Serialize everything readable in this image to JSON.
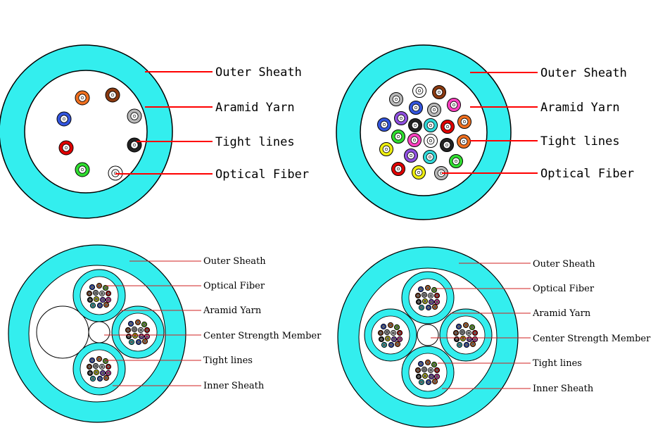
{
  "colors": {
    "sheath": "#33eeee",
    "outline": "#000000",
    "leader_red": "#ff0000",
    "leader_thin": "#d02020",
    "fiber_palette": [
      "#3355dd",
      "#f07020",
      "#70d020",
      "#8b3a10",
      "#b8b8b8",
      "#ffffff",
      "#e00000",
      "#222222",
      "#eeee10",
      "#9050e0",
      "#ff40c0",
      "#30d8d8"
    ]
  },
  "diagrams": [
    {
      "variant": "small-count cable",
      "labels": [
        "Outer Sheath",
        "Aramid Yarn",
        "Tight lines",
        "Optical Fiber"
      ],
      "fiber_colors": [
        "#f07020",
        "#8b3a10",
        "#3355dd",
        "#b8b8b8",
        "#e00000",
        "#222222",
        "#30dd30",
        "#ffffff"
      ]
    },
    {
      "variant": "high-count cable",
      "labels": [
        "Outer Sheath",
        "Aramid Yarn",
        "Tight lines",
        "Optical Fiber"
      ],
      "fiber_colors": [
        "#b8b8b8",
        "#ffffff",
        "#8b3a10",
        "#3355dd",
        "#b8b8b8",
        "#ff40c0",
        "#9050e0",
        "#3355dd",
        "#f07020",
        "#222222",
        "#30d8d8",
        "#e00000",
        "#30dd30",
        "#ff40c0",
        "#ffffff",
        "#222222",
        "#f07020",
        "#eeee10",
        "#9050e0",
        "#30d8d8",
        "#30dd30",
        "#e00000",
        "#eeee10"
      ]
    },
    {
      "variant": "3-unit breakout cable",
      "labels": [
        "Outer Sheath",
        "Optical Fiber",
        "Aramid Yarn",
        "Center Strength Member",
        "Tight lines",
        "Inner Sheath"
      ]
    },
    {
      "variant": "4-unit breakout cable",
      "labels": [
        "Outer Sheath",
        "Optical Fiber",
        "Aramid Yarn",
        "Center Strength Member",
        "Tight lines",
        "Inner Sheath"
      ]
    }
  ]
}
